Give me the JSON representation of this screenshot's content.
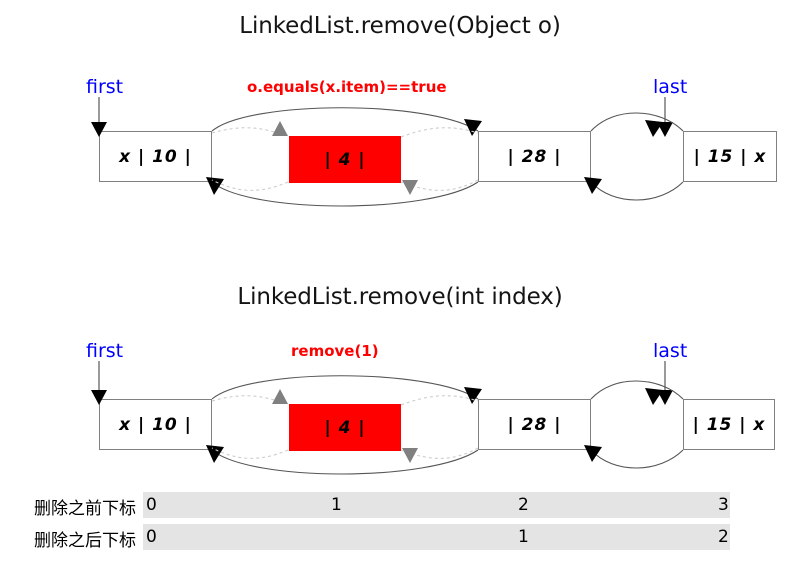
{
  "diagrams": [
    {
      "title": "LinkedList.remove(Object o)",
      "first_label": "first",
      "last_label": "last",
      "annotation": "o.equals(x.item)==true",
      "nodes": [
        {
          "text": "x | 10 |",
          "removed": false
        },
        {
          "text": "| 4 |",
          "removed": true
        },
        {
          "text": "| 28 |",
          "removed": false
        },
        {
          "text": "| 15 | x",
          "removed": false
        }
      ]
    },
    {
      "title": "LinkedList.remove(int index)",
      "first_label": "first",
      "last_label": "last",
      "annotation": "remove(1)",
      "nodes": [
        {
          "text": "x | 10 |",
          "removed": false
        },
        {
          "text": "| 4 |",
          "removed": true
        },
        {
          "text": "| 28 |",
          "removed": false
        },
        {
          "text": "| 15 | x",
          "removed": false
        }
      ]
    }
  ],
  "index_table": {
    "rows": [
      {
        "label": "删除之前下标",
        "values": [
          "0",
          "1",
          "2",
          "3"
        ]
      },
      {
        "label": "删除之后下标",
        "values": [
          "0",
          "",
          "1",
          "2"
        ]
      }
    ]
  },
  "colors": {
    "removed_node": "#fe0000",
    "pointer_label": "#0000ff",
    "annotation": "#ff0000",
    "node_border": "#808080",
    "table_row_bg": "#e4e4e4",
    "link_curve": "#555555"
  }
}
